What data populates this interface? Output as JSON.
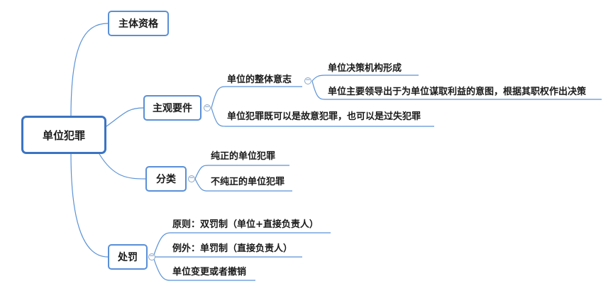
{
  "root": {
    "label": "单位犯罪"
  },
  "branches": [
    {
      "label": "主体资格"
    },
    {
      "label": "主观要件",
      "children": [
        {
          "label": "单位的整体意志",
          "children": [
            {
              "label": "单位决策机构形成"
            },
            {
              "label": "单位主要领导出于为单位谋取利益的意图，根据其职权作出决策"
            }
          ]
        },
        {
          "label": "单位犯罪既可以是故意犯罪，也可以是过失犯罪"
        }
      ]
    },
    {
      "label": "分类",
      "children": [
        {
          "label": "纯正的单位犯罪"
        },
        {
          "label": "不纯正的单位犯罪"
        }
      ]
    },
    {
      "label": "处罚",
      "children": [
        {
          "label": "原则：双罚制（单位+直接负责人）"
        },
        {
          "label": "例外：单罚制（直接负责人）"
        },
        {
          "label": "单位变更或者撤销"
        }
      ]
    }
  ],
  "toggle_symbol": "−",
  "colors": {
    "line": "#5b92d6",
    "root_border": "#3b74c2",
    "node_border": "#5a8fd6"
  }
}
